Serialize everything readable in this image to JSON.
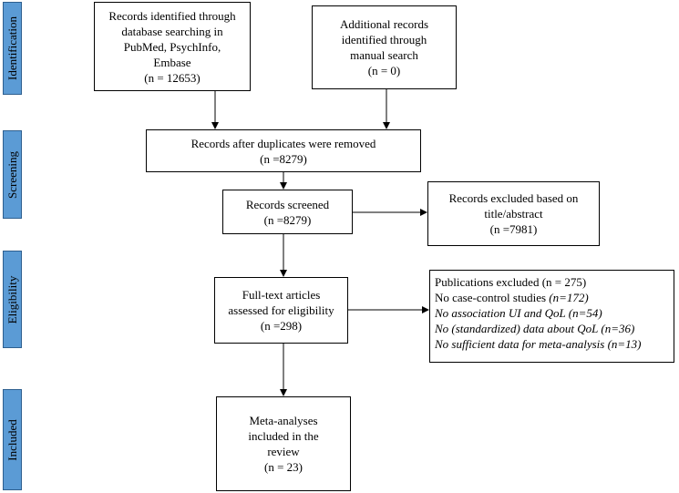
{
  "phases": {
    "identification": "Identification",
    "screening": "Screening",
    "eligibility": "Eligibility",
    "included": "Included"
  },
  "boxes": {
    "database_search": [
      "Records identified through",
      "database searching in",
      "PubMed, PsychInfo,",
      "Embase",
      "(n = 12653)"
    ],
    "manual_search": [
      "Additional records",
      "identified through",
      "manual search",
      "(n = 0)"
    ],
    "duplicates_removed": [
      "Records after duplicates were removed",
      "(n =8279)"
    ],
    "screened": [
      "Records screened",
      "(n =8279)"
    ],
    "excluded_title_abstract": [
      "Records excluded based on",
      "title/abstract",
      "(n =7981)"
    ],
    "full_text": [
      "Full-text articles",
      "assessed for eligibility",
      "(n =298)"
    ],
    "publications_excluded": {
      "header": "Publications excluded (n = 275)",
      "reason1_text": "No case-control studies ",
      "reason1_count": "(n=172)",
      "reason2": "No association UI and QoL (n=54)",
      "reason3": "No (standardized) data about QoL (n=36)",
      "reason4": "No sufficient data for meta-analysis  (n=13)"
    },
    "included": [
      "Meta-analyses",
      "included in the",
      "review",
      "(n = 23)"
    ]
  },
  "colors": {
    "phase_fill": "#5b9bd5",
    "phase_border": "#2e5f8f",
    "line": "#000000"
  }
}
